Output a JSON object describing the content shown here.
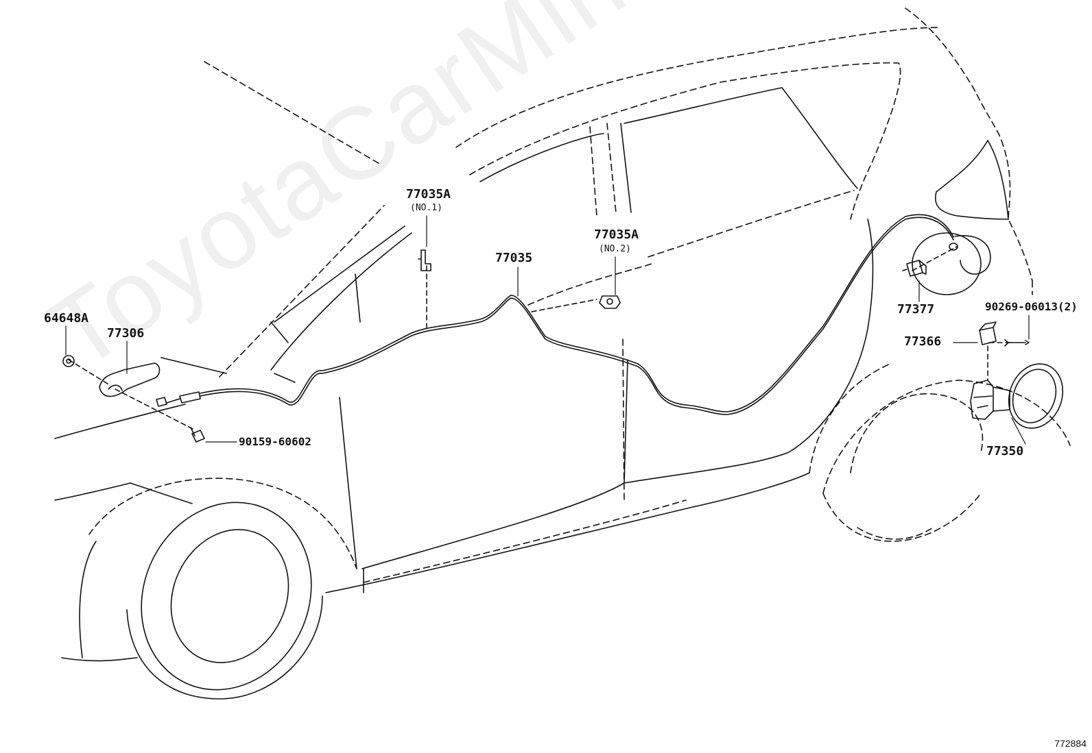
{
  "diagram": {
    "parts": [
      {
        "id": "p-77035a-1",
        "number": "77035A",
        "sub": "(NO.1)"
      },
      {
        "id": "p-77035",
        "number": "77035",
        "sub": ""
      },
      {
        "id": "p-77035a-2",
        "number": "77035A",
        "sub": "(NO.2)"
      },
      {
        "id": "p-64648a",
        "number": "64648A",
        "sub": ""
      },
      {
        "id": "p-77306",
        "number": "77306",
        "sub": ""
      },
      {
        "id": "p-90159",
        "number": "90159-60602",
        "sub": ""
      },
      {
        "id": "p-77377",
        "number": "77377",
        "sub": ""
      },
      {
        "id": "p-90269",
        "number": "90269-06013(2)",
        "sub": ""
      },
      {
        "id": "p-77366",
        "number": "77366",
        "sub": ""
      },
      {
        "id": "p-77350",
        "number": "77350",
        "sub": ""
      }
    ],
    "diagram_id": "772884",
    "watermark": "ToyotaCarMine.ru"
  }
}
